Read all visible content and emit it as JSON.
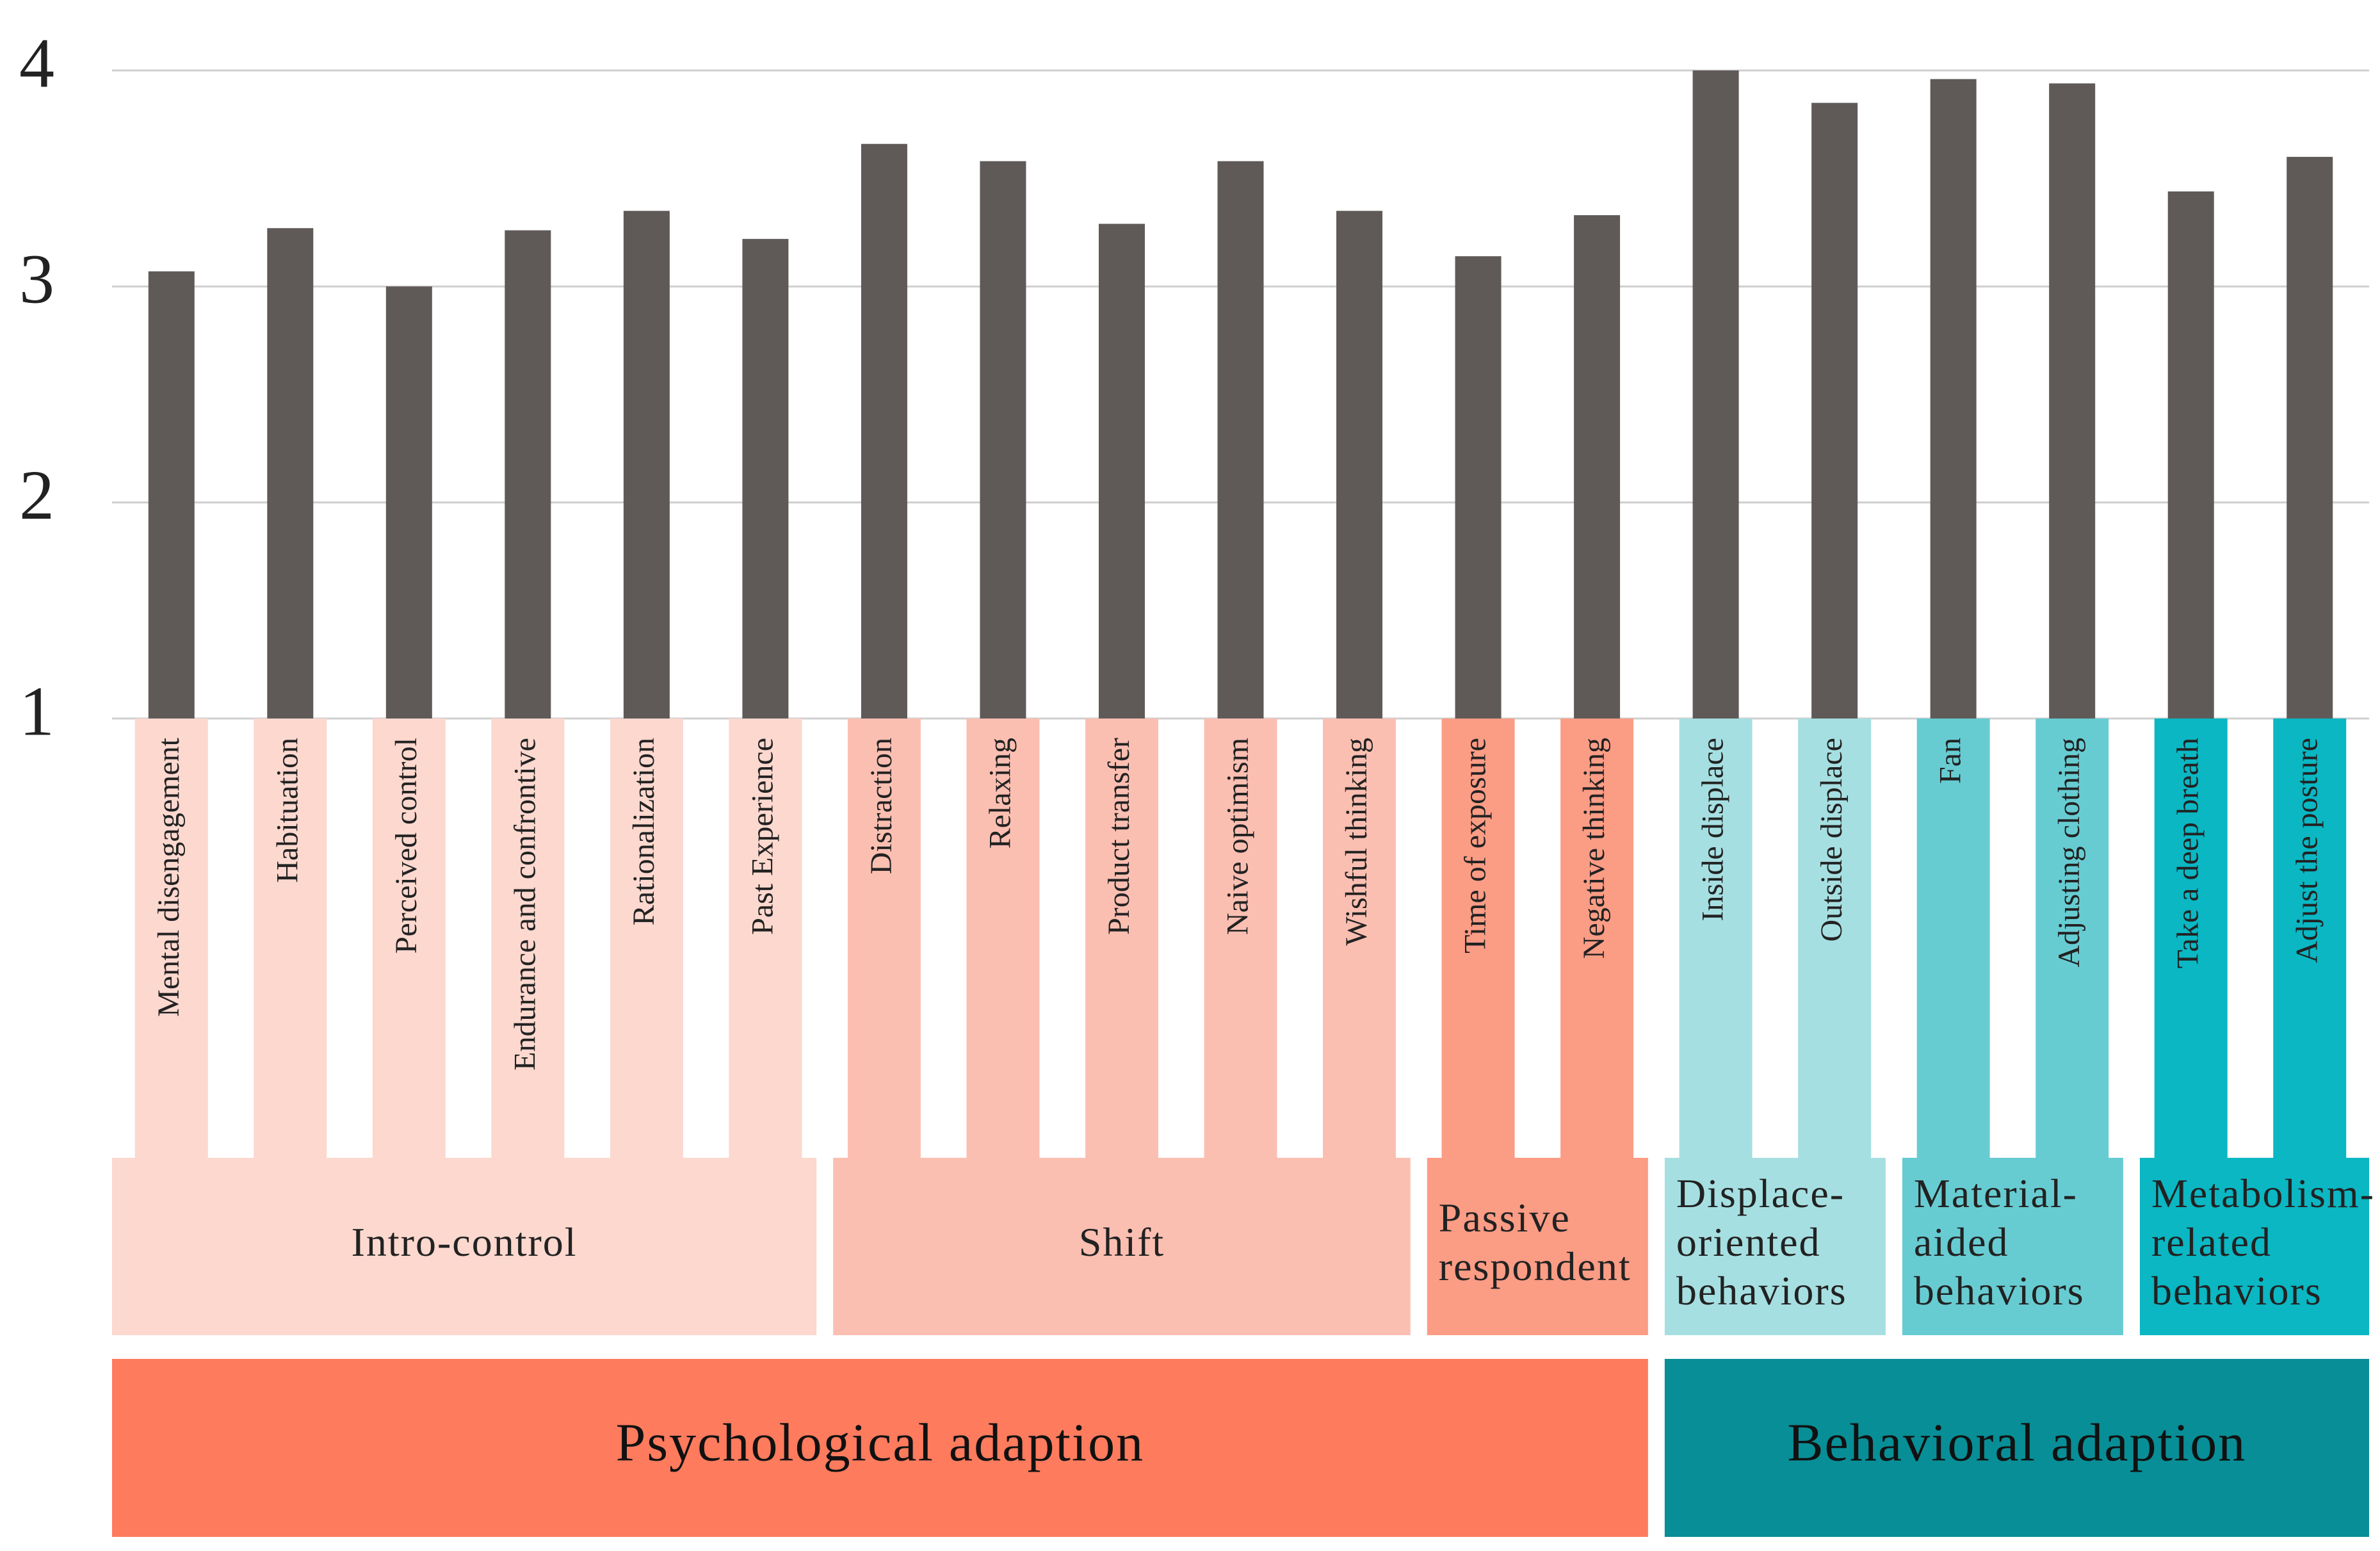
{
  "chart_data": {
    "type": "bar",
    "categories": [
      "Mental disengagement",
      "Habituation",
      "Perceived control",
      "Endurance and confrontive",
      "Rationalization",
      "Past Experience",
      "Distraction",
      "Relaxing",
      "Product transfer",
      "Naive optimism",
      "Wishful thinking",
      "Time of exposure",
      "Negative thinking",
      "Inside displace",
      "Outside displace",
      "Fan",
      "Adjusting clothing",
      "Take a deep breath",
      "Adjust the posture"
    ],
    "values": [
      3.07,
      3.27,
      3.0,
      3.26,
      3.35,
      3.22,
      3.66,
      3.58,
      3.29,
      3.58,
      3.35,
      3.14,
      3.33,
      4.0,
      3.85,
      3.96,
      3.94,
      3.44,
      3.6
    ],
    "ylim": [
      1,
      4
    ],
    "yticks": [
      "1",
      "2",
      "3",
      "4"
    ],
    "grid": true,
    "bar_color": "#5f5a58",
    "subgroups": [
      {
        "label": "Intro-control",
        "lines": [
          "Intro-control"
        ],
        "count": 6,
        "color": "#fcd8cf"
      },
      {
        "label": "Shift",
        "lines": [
          "Shift"
        ],
        "count": 5,
        "color": "#fbbfb2"
      },
      {
        "label": "Passive respondent",
        "lines": [
          "Passive",
          "respondent"
        ],
        "count": 2,
        "color": "#fb9c85"
      },
      {
        "label": "Displace-oriented behaviors",
        "lines": [
          "Displace-",
          "oriented",
          "behaviors"
        ],
        "count": 2,
        "color": "#a6dfe1"
      },
      {
        "label": "Material-aided behaviors",
        "lines": [
          "Material-",
          "aided",
          "behaviors"
        ],
        "count": 2,
        "color": "#67ccd2"
      },
      {
        "label": "Metabolism-related behaviors",
        "lines": [
          "Metabolism-",
          "related",
          "behaviors"
        ],
        "count": 2,
        "color": "#0ab7c3"
      }
    ],
    "groups": [
      {
        "label": "Psychological adaption",
        "subgroup_count": 3,
        "color": "#fe7b5e"
      },
      {
        "label": "Behavioral adaption",
        "subgroup_count": 3,
        "color": "#088e96"
      }
    ]
  }
}
